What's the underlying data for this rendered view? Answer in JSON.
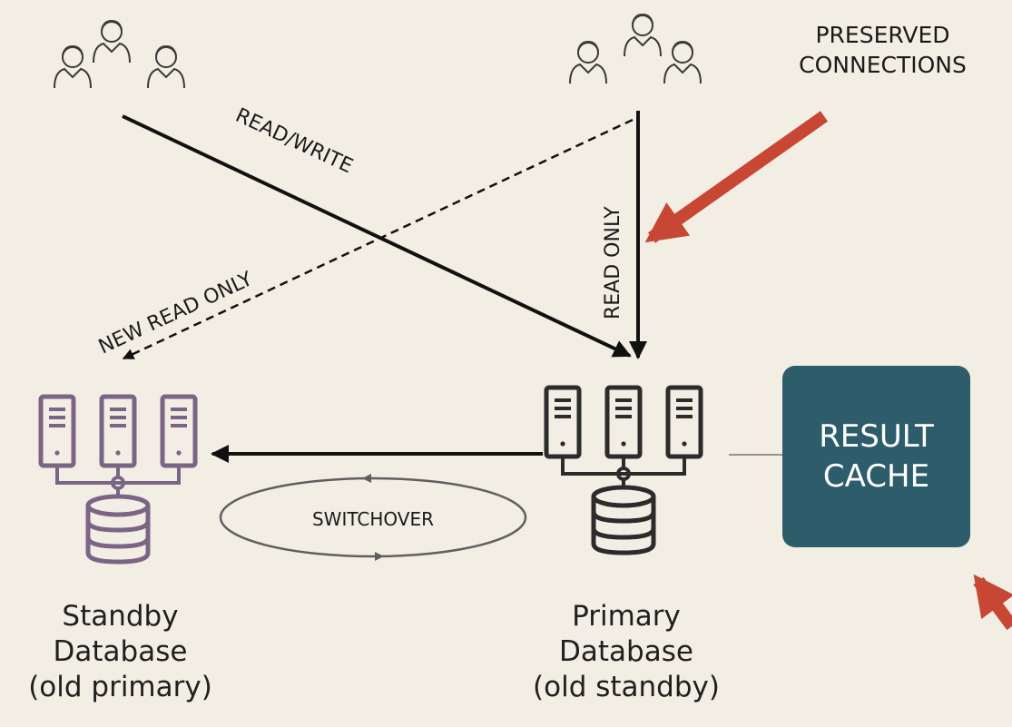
{
  "labels": {
    "preserved_line1": "PRESERVED",
    "preserved_line2": "CONNECTIONS",
    "read_write": "READ/WRITE",
    "read_only": "READ ONLY",
    "new_read_only": "NEW READ ONLY",
    "switchover": "SWITCHOVER"
  },
  "result_cache": {
    "line1": "RESULT",
    "line2": "CACHE"
  },
  "standby": {
    "line1": "Standby",
    "line2": "Database",
    "line3": "(old primary)"
  },
  "primary": {
    "line1": "Primary",
    "line2": "Database",
    "line3": "(old standby)"
  },
  "colors": {
    "background": "#f3eee4",
    "primary_servers": "#2b2b2b",
    "standby_servers": "#7a6587",
    "result_cache": "#2d5c6b",
    "callout_arrow": "#c74634",
    "switchover_ring": "#5f5f5f"
  },
  "icons": [
    "users-group-icon",
    "server-icon",
    "database-icon",
    "arrow-icon"
  ]
}
